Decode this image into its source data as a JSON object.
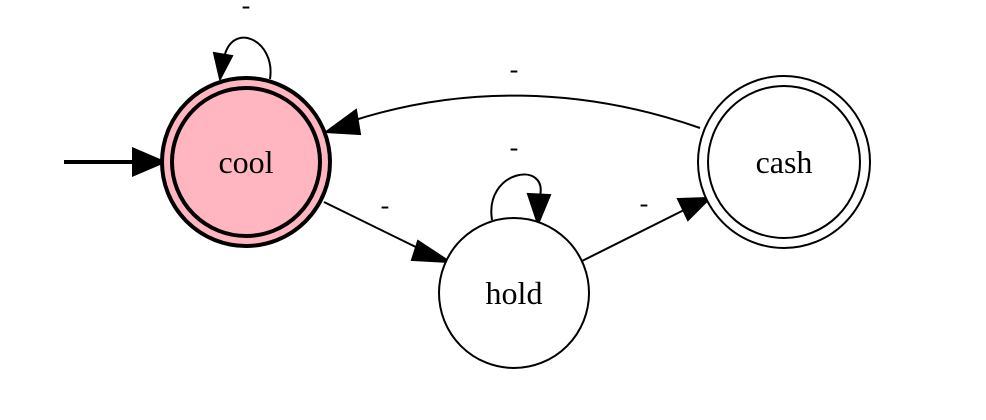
{
  "diagram": {
    "type": "state-machine",
    "colors": {
      "initial_state_fill": "#ffb6c1",
      "state_fill": "#ffffff",
      "stroke": "#000000"
    },
    "states": [
      {
        "id": "cool",
        "label": "cool",
        "initial": true,
        "accepting": true
      },
      {
        "id": "hold",
        "label": "hold",
        "initial": false,
        "accepting": false
      },
      {
        "id": "cash",
        "label": "cash",
        "initial": false,
        "accepting": true
      }
    ],
    "transitions": [
      {
        "from": "cool",
        "to": "cool",
        "label": "-"
      },
      {
        "from": "cool",
        "to": "hold",
        "label": "-"
      },
      {
        "from": "hold",
        "to": "hold",
        "label": "-"
      },
      {
        "from": "hold",
        "to": "cash",
        "label": "-"
      },
      {
        "from": "cash",
        "to": "cool",
        "label": "-"
      }
    ]
  }
}
